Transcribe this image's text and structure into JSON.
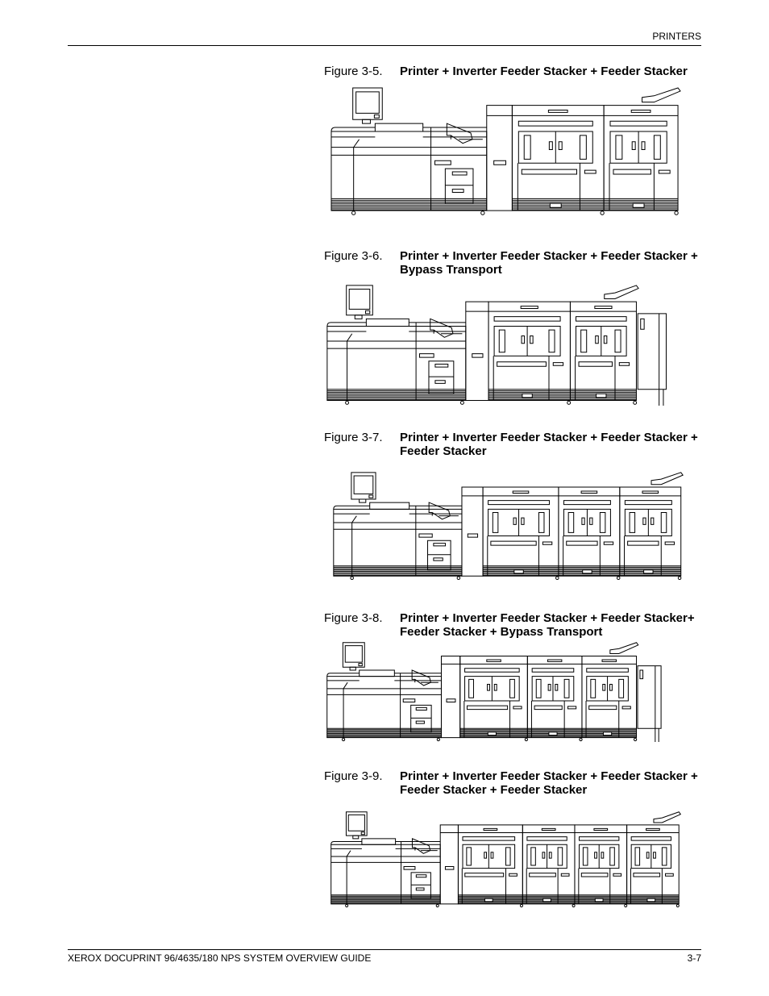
{
  "header": {
    "section": "PRINTERS"
  },
  "figures": [
    {
      "label": "Figure 3-5.",
      "title": "Printer + Inverter Feeder Stacker + Feeder Stacker"
    },
    {
      "label": "Figure 3-6.",
      "title": "Printer + Inverter Feeder Stacker + Feeder Stacker + Bypass Transport"
    },
    {
      "label": "Figure 3-7.",
      "title": "Printer + Inverter Feeder Stacker + Feeder Stacker + Feeder Stacker"
    },
    {
      "label": "Figure 3-8.",
      "title": "Printer + Inverter Feeder Stacker + Feeder Stacker+ Feeder Stacker + Bypass Transport"
    },
    {
      "label": "Figure 3-9.",
      "title": "Printer + Inverter Feeder Stacker + Feeder Stacker + Feeder Stacker + Feeder Stacker"
    }
  ],
  "footer": {
    "title": "XEROX DOCUPRINT 96/4635/180 NPS SYSTEM OVERVIEW GUIDE",
    "page": "3-7"
  }
}
